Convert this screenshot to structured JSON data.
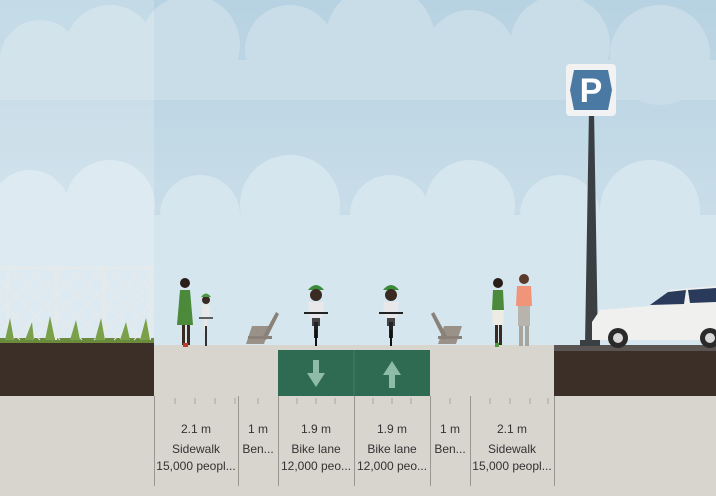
{
  "colors": {
    "sky_top": "#bcd6e4",
    "sky_bottom": "#cfe1ea",
    "cloud": "#d9e8ef",
    "sidewalk": "#d8d4ce",
    "bike_lane": "#2f6b53",
    "dirt": "#3b2f28",
    "parking_sign": "#4a7aa3"
  },
  "segments": [
    {
      "width": "2.1 m",
      "name": "Sidewalk",
      "capacity": "15,000 peopl..."
    },
    {
      "width": "1 m",
      "name": "Ben...",
      "capacity": ""
    },
    {
      "width": "1.9 m",
      "name": "Bike lane",
      "capacity": "12,000 peo..."
    },
    {
      "width": "1.9 m",
      "name": "Bike lane",
      "capacity": "12,000 peo..."
    },
    {
      "width": "1 m",
      "name": "Ben...",
      "capacity": ""
    },
    {
      "width": "2.1 m",
      "name": "Sidewalk",
      "capacity": "15,000 peopl..."
    }
  ],
  "sign": {
    "letter": "P"
  }
}
